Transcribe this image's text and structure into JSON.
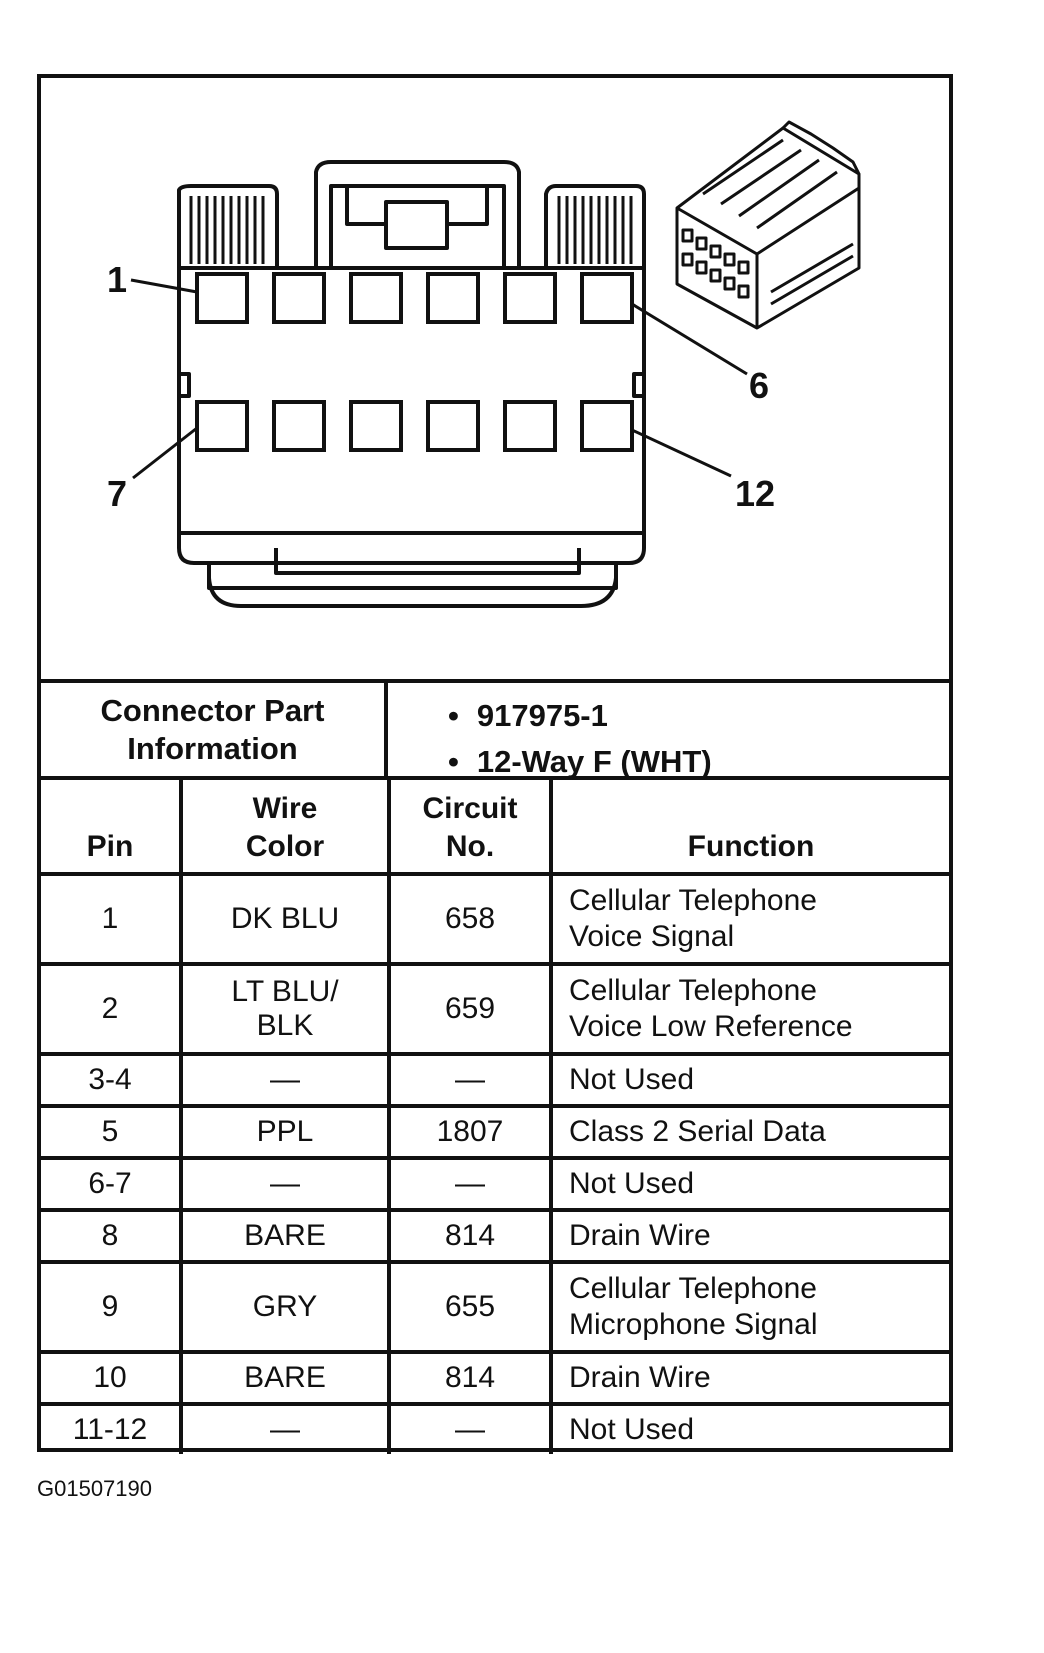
{
  "diagram": {
    "pin_callouts": [
      "1",
      "6",
      "7",
      "12"
    ]
  },
  "connector_info": {
    "label": "Connector Part\nInformation",
    "values": [
      "917975-1",
      "12-Way F (WHT)"
    ]
  },
  "table": {
    "headers": {
      "pin": "Pin",
      "wire_color": "Wire\nColor",
      "circuit": "Circuit\nNo.",
      "function": "Function"
    },
    "rows": [
      {
        "pin": "1",
        "wire_color": "DK BLU",
        "circuit": "658",
        "function": "Cellular Telephone\nVoice Signal"
      },
      {
        "pin": "2",
        "wire_color": "LT BLU/\nBLK",
        "circuit": "659",
        "function": "Cellular Telephone\nVoice Low Reference"
      },
      {
        "pin": "3-4",
        "wire_color": "—",
        "circuit": "—",
        "function": "Not Used"
      },
      {
        "pin": "5",
        "wire_color": "PPL",
        "circuit": "1807",
        "function": "Class 2 Serial Data"
      },
      {
        "pin": "6-7",
        "wire_color": "—",
        "circuit": "—",
        "function": "Not Used"
      },
      {
        "pin": "8",
        "wire_color": "BARE",
        "circuit": "814",
        "function": "Drain Wire"
      },
      {
        "pin": "9",
        "wire_color": "GRY",
        "circuit": "655",
        "function": "Cellular Telephone\nMicrophone Signal"
      },
      {
        "pin": "10",
        "wire_color": "BARE",
        "circuit": "814",
        "function": "Drain Wire"
      },
      {
        "pin": "11-12",
        "wire_color": "—",
        "circuit": "—",
        "function": "Not Used"
      }
    ]
  },
  "figure_id": "G01507190"
}
